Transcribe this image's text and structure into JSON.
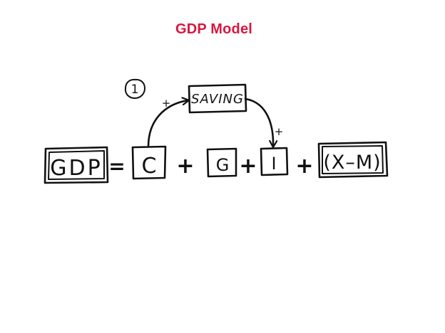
{
  "title": "GDP Model",
  "colors": {
    "title": "#d8173f",
    "ink": "#111111",
    "background": "#ffffff"
  },
  "loop_number": "1",
  "equation": {
    "gdp": "GDP",
    "equals": "=",
    "c": "C",
    "plus_1": "+",
    "g": "G",
    "plus_2": "+",
    "i": "I",
    "plus_3": "+",
    "net_exports": "(X–M)"
  },
  "saving_box": "SAVING",
  "arrows": {
    "c_to_saving_sign": "+",
    "saving_to_i_sign": "+"
  }
}
